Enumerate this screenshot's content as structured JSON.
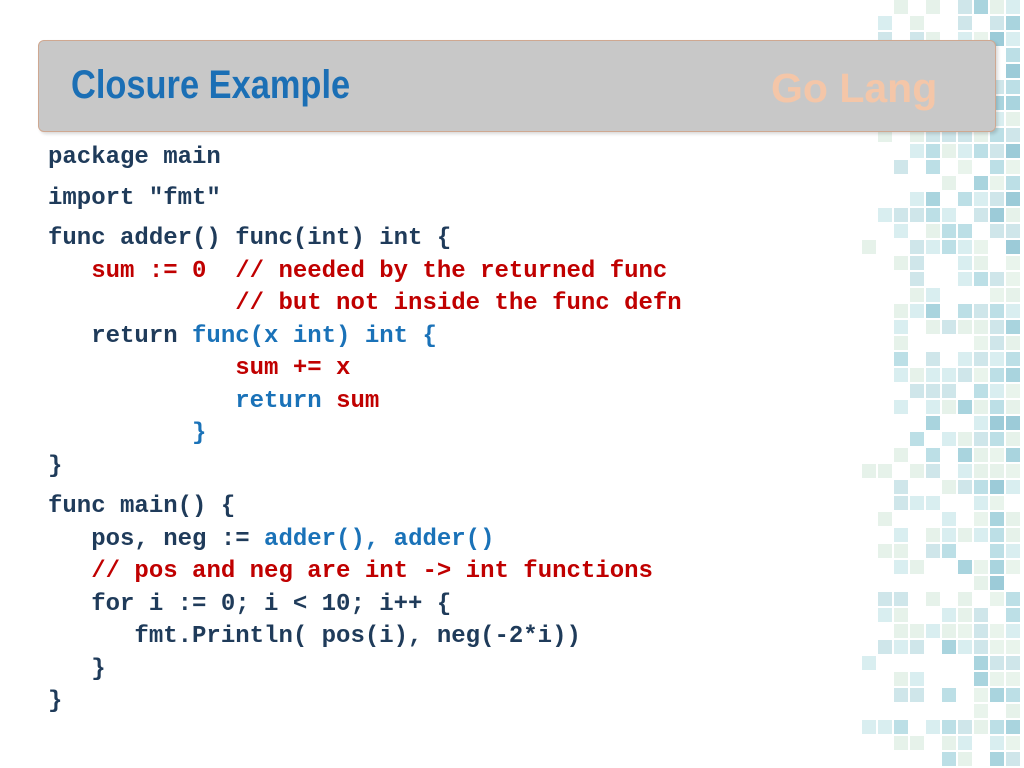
{
  "slide": {
    "title": "Closure Example",
    "brand": "Go Lang"
  },
  "colors": {
    "title": "#1b6fb5",
    "brand": "#f4c6a8",
    "code_default": "#1f3b5a",
    "code_red": "#c00000",
    "code_blue": "#1a72b8",
    "header_bg": "#c8c8c8"
  },
  "code_lines": [
    [
      {
        "t": "package main",
        "c": "dark"
      }
    ],
    [
      {
        "t": "import \"fmt\"",
        "c": "dark"
      }
    ],
    [
      {
        "t": "func adder() func(int) int {",
        "c": "dark"
      }
    ],
    [
      {
        "t": "   ",
        "c": "dark"
      },
      {
        "t": "sum := 0  // needed by the returned func",
        "c": "red"
      }
    ],
    [
      {
        "t": "             // but not inside the func defn",
        "c": "red"
      }
    ],
    [
      {
        "t": "   return ",
        "c": "dark"
      },
      {
        "t": "func(x int) int {",
        "c": "blue"
      }
    ],
    [
      {
        "t": "             ",
        "c": "dark"
      },
      {
        "t": "sum += x",
        "c": "red"
      }
    ],
    [
      {
        "t": "             ",
        "c": "dark"
      },
      {
        "t": "return ",
        "c": "blue"
      },
      {
        "t": "sum",
        "c": "red"
      }
    ],
    [
      {
        "t": "          }",
        "c": "blue"
      }
    ],
    [
      {
        "t": "}",
        "c": "dark"
      }
    ],
    [
      {
        "t": "func main() {",
        "c": "dark"
      }
    ],
    [
      {
        "t": "   pos, neg := ",
        "c": "dark"
      },
      {
        "t": "adder(), adder()",
        "c": "blue"
      }
    ],
    [
      {
        "t": "   ",
        "c": "dark"
      },
      {
        "t": "// pos and neg are int -> int functions",
        "c": "red"
      }
    ],
    [
      {
        "t": "   for i := 0; i < 10; i++ {",
        "c": "dark"
      }
    ],
    [
      {
        "t": "      fmt.Println( pos(i), neg(-2*i))",
        "c": "dark"
      }
    ],
    [
      {
        "t": "   }",
        "c": "dark"
      }
    ],
    [
      {
        "t": "}",
        "c": "dark"
      }
    ]
  ],
  "line_gaps_before": [
    1,
    2,
    10
  ]
}
